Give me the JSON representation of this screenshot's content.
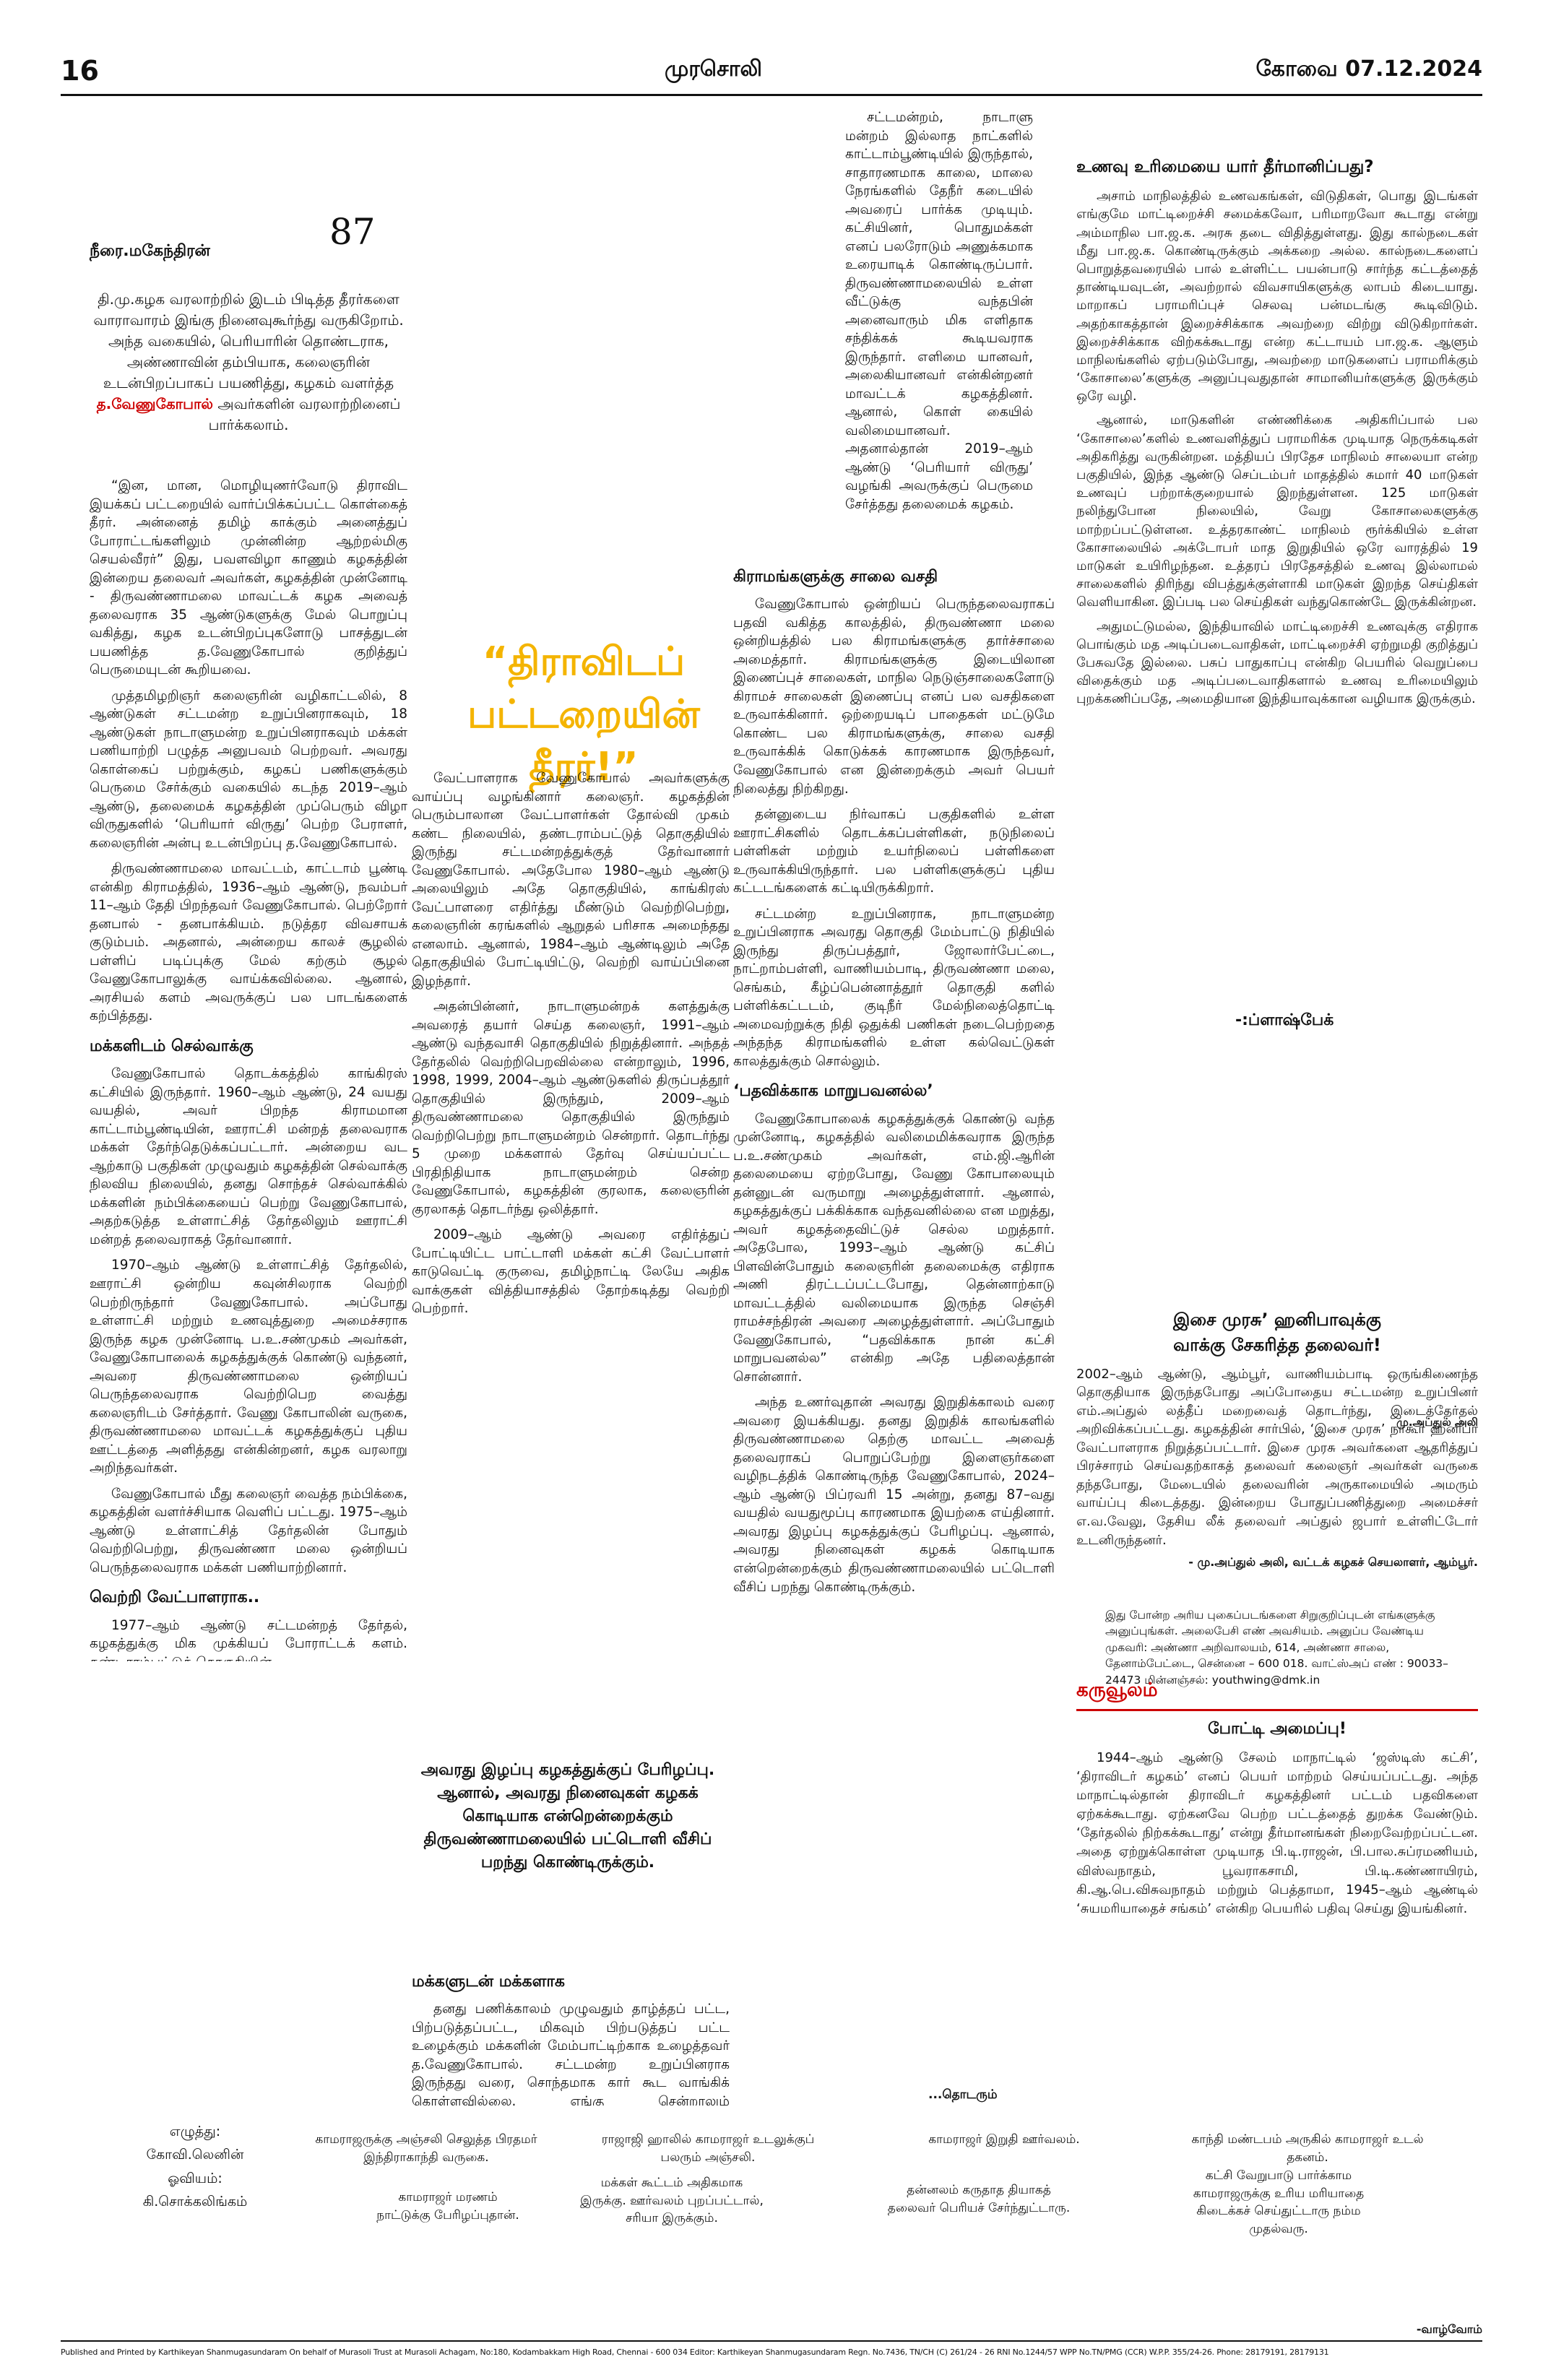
{
  "header": {
    "page_number": "16",
    "paper_name": "முரசொலி",
    "edition_date": "கோவை 07.12.2024"
  },
  "feature": {
    "serial": "87",
    "author": "நீரை.மகேந்திரன்",
    "intro_before": "தி.மு.கழக வரலாற்றில் இடம் பிடித்த தீரர்களை வாராவாரம் இங்கு நினைவுகூர்ந்து வருகிறோம். அந்த வகையில், பெரியாரின் தொண்டராக, அண்ணாவின் தம்பியாக, கலைஞரின் உடன்பிறப்பாகப் பயணித்து, கழகம் வளர்த்த",
    "intro_name": "த.வேணுகோபால்",
    "intro_after": "அவர்களின் வரலாற்றினைப் பார்க்கலாம்.",
    "headline_line1": "“திராவிடப் பட்டறையின்",
    "headline_line2": "தீரர்!”",
    "pull_quote": "அவரது இழப்பு கழகத்துக்குப் பேரிழப்பு. ஆனால், அவரது நினைவுகள் கழகக் கொடியாக என்றென்றைக்கும் திருவண்ணாமலையில் பட்டொளி வீசிப் பறந்து கொண்டிருக்கும்.",
    "col1": [
      "“இன, மான, மொழியுணர்வோடு திராவிட இயக்கப் பட்டறையில் வார்ப்பிக்கப்பட்ட கொள்கைத் தீரர். அன்னைத் தமிழ் காக்கும் அனைத்துப் போராட்டங்களிலும் முன்னின்ற ஆற்றல்மிகு செயல்வீரர்” இது, பவளவிழா காணும் கழகத்தின் இன்றைய தலைவர் அவர்கள், கழகத்தின் முன்னோடி - திருவண்ணாமலை மாவட்டக் கழக அவைத் தலைவராக 35 ஆண்டுகளுக்கு மேல் பொறுப்பு வகித்து, கழக உடன்பிறப்புகளோடு பாசத்துடன் பயணித்த த.வேணுகோபால் குறித்துப் பெருமையுடன் கூறியவை.",
      "முத்தமிழறிஞர் கலைஞரின் வழிகாட்டலில், 8 ஆண்டுகள் சட்டமன்ற உறுப்பினராகவும், 18 ஆண்டுகள் நாடாளுமன்ற உறுப்பினராகவும் மக்கள் பணியாற்றி பழுத்த அனுபவம் பெற்றவர். அவரது கொள்கைப் பற்றுக்கும், கழகப் பணிகளுக்கும் பெருமை சேர்க்கும் வகையில் கடந்த 2019–ஆம் ஆண்டு, தலைமைக் கழகத்தின் முப்பெரும் விழா விருதுகளில் ‘பெரியார் விருது’ பெற்ற பேராளர், கலைஞரின் அன்பு உடன்பிறப்பு த.வேணுகோபால்.",
      "திருவண்ணாமலை மாவட்டம், காட்டாம் பூண்டி என்கிற கிராமத்தில், 1936–ஆம் ஆண்டு, நவம்பர் 11–ஆம் தேதி பிறந்தவர் வேணுகோபால். பெற்றோர் தனபால் - தனபாக்கியம். நடுத்தர விவசாயக் குடும்பம். அதனால், அன்றைய காலச் சூழலில் பள்ளிப் படிப்புக்கு மேல் கற்கும் சூழல் வேணுகோபாலுக்கு வாய்க்கவில்லை. ஆனால், அரசியல் களம் அவருக்குப் பல பாடங்களைக் கற்பித்தது."
    ],
    "col1_sub1": "மக்களிடம் செல்வாக்கு",
    "col1b": [
      "வேணுகோபால் தொடக்கத்தில் காங்கிரஸ் கட்சியில் இருந்தார். 1960–ஆம் ஆண்டு, 24 வயது வயதில், அவர் பிறந்த கிராமமான காட்டாம்பூண்டியின், ஊராட்சி மன்றத் தலைவராக மக்கள் தேர்ந்தெடுக்கப்பட்டார். அன்றைய வட ஆற்காடு பகுதிகள் முழுவதும் கழகத்தின் செல்வாக்கு நிலவிய நிலையில், தனது சொந்தச் செல்வாக்கில் மக்களின் நம்பிக்கையைப் பெற்று வேணுகோபால், அதற்கடுத்த உள்ளாட்சித் தேர்தலிலும் ஊராட்சி மன்றத் தலைவராகத் தேர்வானார்.",
      "1970–ஆம் ஆண்டு உள்ளாட்சித் தேர்தலில், ஊராட்சி ஒன்றிய கவுன்சிலராக வெற்றி பெற்றிருந்தார் வேணுகோபால். அப்போது உள்ளாட்சி மற்றும் உணவுத்துறை அமைச்சராக இருந்த கழக முன்னோடி ப.உ.சண்முகம் அவர்கள், வேணுகோபாலைக் கழகத்துக்குக் கொண்டு வந்தனர், அவரை திருவண்ணாமலை ஒன்றியப் பெருந்தலைவராக வெற்றிபெற வைத்து கலைஞரிடம் சேர்த்தார். வேணு கோபாலின் வருகை, திருவண்ணாமலை மாவட்டக் கழகத்துக்குப் புதிய ஊட்டத்தை அளித்தது என்கின்றனர், கழக வரலாறு அறிந்தவர்கள்.",
      "வேணுகோபால் மீது கலைஞர் வைத்த நம்பிக்கை, கழகத்தின் வளர்ச்சியாக வெளிப் பட்டது. 1975–ஆம் ஆண்டு உள்ளாட்சித் தேர்தலின் போதும் வெற்றிபெற்று, திருவண்ணா மலை ஒன்றியப் பெருந்தலைவராக மக்கள் பணியாற்றினார்."
    ],
    "col1_sub2": "வெற்றி வேட்பாளராக..",
    "col1c": [
      "1977–ஆம் ஆண்டு சட்டமன்றத் தேர்தல், கழகத்துக்கு மிக முக்கியப் போராட்டக் களம். தண்டராம்பட்டுத் தொகுதியின்"
    ],
    "col2": [
      "வேட்பாளராக வேணுகோபால் அவர்களுக்கு வாய்ப்பு வழங்கினார் கலைஞர். கழகத்தின் பெரும்பாலான வேட்பாளர்கள் தோல்வி முகம் கண்ட நிலையில், தண்டராம்பட்டுத் தொகுதியில் இருந்து சட்டமன்றத்துக்குத் தேர்வானார் வேணுகோபால். அதேபோல 1980–ஆம் ஆண்டு அலையிலும் அதே தொகுதியில், காங்கிரஸ் வேட்பாளரை எதிர்த்து மீண்டும் வெற்றிபெற்று, கலைஞரின் கரங்களில் ஆறுதல் பரிசாக அமைந்தது எனலாம். ஆனால், 1984–ஆம் ஆண்டிலும் அதே தொகுதியில் போட்டியிட்டு, வெற்றி வாய்ப்பினை இழந்தார்.",
      "அதன்பின்னர், நாடாளுமன்றக் களத்துக்கு அவரைத் தயார் செய்த கலைஞர், 1991–ஆம் ஆண்டு வந்தவாசி தொகுதியில் நிறுத்தினார். அந்தத் தேர்தலில் வெற்றிபெறவில்லை என்றாலும், 1996, 1998, 1999, 2004–ஆம் ஆண்டுகளில் திருப்பத்தூர் தொகுதியில் இருந்தும், 2009–ஆம் திருவண்ணாமலை தொகுதியில் இருந்தும் வெற்றிபெற்று நாடாளுமன்றம் சென்றார். தொடர்ந்து 5 முறை மக்களால் தேர்வு செய்யப்பட்ட பிரதிநிதியாக நாடாளுமன்றம் சென்ற வேணுகோபால், கழகத்தின் குரலாக, கலைஞரின் குரலாகத் தொடர்ந்து ஒலித்தார்.",
      "2009–ஆம் ஆண்டு அவரை எதிர்த்துப் போட்டியிட்ட பாட்டாளி மக்கள் கட்சி வேட்பாளர் காடுவெட்டி குருவை, தமிழ்நாட்டி லேயே அதிக வாக்குகள் வித்தியாசத்தில் தோற்கடித்து வெற்றி பெற்றார்."
    ],
    "col2_sub": "மக்களுடன் மக்களாக",
    "col2b": [
      "தனது பணிக்காலம் முழுவதும் தாழ்த்தப் பட்ட, பிற்படுத்தப்பட்ட, மிகவும் பிற்படுத்தப் பட்ட உழைக்கும் மக்களின் மேம்பாட்டிற்காக உழைத்தவர் த.வேணுகோபால். சட்டமன்ற உறுப்பினராக இருந்தது வரை, சொந்தமாக கார் கூட வாங்கிக் கொள்ளவில்லை. எங்கு சென்றாலும் பொதுப்பேருந்துப் பயணம்தான். தனது சொந்த ஊரான காட்டாம்பூண்டியில் இருந்து தினமும் பேருந்தில்தான் திருவண்ணா மலைக்கு வந்து செல்வார்."
    ],
    "col3a": [
      "சட்டமன்றம், நாடாளு மன்றம் இல்லாத நாட்களில் காட்டாம்பூண்டியில் இருந்தால், சாதாரணமாக காலை, மாலை நேரங்களில் தேநீர் கடையில் அவரைப் பார்க்க முடியும். கட்சியினர், பொதுமக்கள் எனப் பலரோடும் அணுக்கமாக உரையாடிக் கொண்டிருப்பார். திருவண்ணாமலையில் உள்ள வீட்டுக்கு வந்தபின் அனைவாரும் மிக எளிதாக சந்திக்கக் கூடியவராக இருந்தார். எளிமை யானவர், அலைகியானவர் என்கின்றனர் மாவட்டக் கழகத்தினர். ஆனால், கொள் கையில் வலிமையானவர். அதனால்தான் 2019–ஆம் ஆண்டு ‘பெரியார் விருது’ வழங்கி அவருக்குப் பெருமை சேர்த்தது தலைமைக் கழகம்."
    ],
    "col3_sub1": "கிராமங்களுக்கு சாலை வசதி",
    "col3b": [
      "வேணுகோபால் ஒன்றியப் பெருந்தலைவராகப் பதவி வகித்த காலத்தில், திருவண்ணா மலை ஒன்றியத்தில் பல கிராமங்களுக்கு தார்ச்சாலை அமைத்தார். கிராமங்களுக்கு இடையிலான இணைப்புச் சாலைகள், மாநில நெடுஞ்சாலைகளோடு கிராமச் சாலைகள் இணைப்பு எனப் பல வசதிகளை உருவாக்கினார். ஒற்றையடிப் பாதைகள் மட்டுமே கொண்ட பல கிராமங்களுக்கு, சாலை வசதி உருவாக்கிக் கொடுக்கக் காரணமாக இருந்தவர், வேணுகோபால் என இன்றைக்கும் அவர் பெயர் நிலைத்து நிற்கிறது.",
      "தன்னுடைய நிர்வாகப் பகுதிகளில் உள்ள ஊராட்சிகளில் தொடக்கப்பள்ளிகள், நடுநிலைப் பள்ளிகள் மற்றும் உயர்நிலைப் பள்ளிகளை உருவாக்கியிருந்தார். பல பள்ளிகளுக்குப் புதிய கட்டடங்களைக் கட்டியிருக்கிறார்.",
      "சட்டமன்ற உறுப்பினராக, நாடாளுமன்ற உறுப்பினராக அவரது தொகுதி மேம்பாட்டு நிதியில் இருந்து திருப்பத்தூர், ஜோலார்பேட்டை, நாட்றாம்பள்ளி, வாணியம்பாடி, திருவண்ணா மலை, செங்கம், கீழ்ப்பென்னாத்தூர் தொகுதி களில் பள்ளிக்கட்டடம், குடிநீர் மேல்நிலைத்தொட்டி அமைவற்றுக்கு நிதி ஒதுக்கி பணிகள் நடைபெற்றதை அந்தந்த கிராமங்களில் உள்ள கல்வெட்டுகள் காலத்துக்கும் சொல்லும்."
    ],
    "col3_sub2": "‘பதவிக்காக மாறுபவனல்ல’",
    "col3c": [
      "வேணுகோபாலைக் கழகத்துக்குக் கொண்டு வந்த முன்னோடி, கழகத்தில் வலிமைமிக்கவராக இருந்த ப.உ.சண்முகம் அவர்கள், எம்.ஜி.ஆரின் தலைமையை ஏற்றபோது, வேணு கோபாலையும் தன்னுடன் வருமாறு அழைத்துள்ளார். ஆனால், கழகத்துக்குப் பக்கிக்காக வந்தவனில்லை என மறுத்து, அவர் கழகத்தைவிட்டுச் செல்ல மறுத்தார். அதேபோல, 1993–ஆம் ஆண்டு கட்சிப் பிளவின்போதும் கலைஞரின் தலைமைக்கு எதிராக அணி திரட்டப்பட்டபோது, தென்னாற்காடு மாவட்டத்தில் வலிமையாக இருந்த செஞ்சி ராமச்சந்திரன் அவரை அழைத்துள்ளார். அப்போதும் வேணுகோபால், “பதவிக்காக நான் கட்சி மாறுபவனல்ல” என்கிற அதே பதிலைத்தான் சொன்னார்.",
      "அந்த உணர்வுதான் அவரது இறுதிக்காலம் வரை அவரை இயக்கியது. தனது இறுதிக் காலங்களில் திருவண்ணாமலை தெற்கு மாவட்ட அவைத் தலைவராகப் பொறுப்பேற்று இளைஞர்களை வழிநடத்திக் கொண்டிருந்த வேணுகோபால், 2024–ஆம் ஆண்டு பிப்ரவரி 15 அன்று, தனது 87–வது வயதில் வயதுமூப்பு காரணமாக இயற்கை எய்தினார். அவரது இழப்பு கழகத்துக்குப் பேரிழப்பு. ஆனால், அவரது நினைவுகள் கழகக் கொடியாக என்றென்றைக்கும் திருவண்ணாமலையில் பட்டொளி வீசிப் பறந்து கொண்டிருக்கும்."
    ],
    "continued": "...தொடரும்"
  },
  "food_box": {
    "title": "உணவு உரிமையை யார் தீர்மானிப்பது?",
    "paras": [
      "அசாம் மாநிலத்தில் உணவகங்கள், விடுதிகள், பொது இடங்கள் எங்குமே மாட்டிறைச்சி சமைக்கவோ, பரிமாறவோ கூடாது என்று அம்மாநில பா.ஜ.க. அரசு தடை விதித்துள்ளது. இது கால்நடைகள் மீது பா.ஜ.க. கொண்டிருக்கும் அக்கறை அல்ல. கால்நடைகளைப் பொறுத்தவரையில் பால் உள்ளிட்ட பயன்பாடு சார்ந்த கட்டத்தைத் தாண்டியவுடன், அவற்றால் விவசாயிகளுக்கு லாபம் கிடையாது. மாறாகப் பராமரிப்புச் செலவு பன்மடங்கு கூடிவிடும். அதற்காகத்தான் இறைச்சிக்காக அவற்றை விற்று விடுகிறார்கள். இறைச்சிக்காக விற்கக்கூடாது என்ற கட்டாயம் பா.ஜ.க. ஆளும் மாநிலங்களில் ஏற்படும்போது, அவற்றை மாடுகளைப் பராமரிக்கும் ‘கோசாலை’களுக்கு அனுப்புவதுதான் சாமானியர்களுக்கு இருக்கும் ஒரே வழி.",
      "ஆனால், மாடுகளின் எண்ணிக்கை அதிகரிப்பால் பல ‘கோசாலை’களில் உணவளித்துப் பராமரிக்க முடியாத நெருக்கடிகள் அதிகரித்து வருகின்றன. மத்தியப் பிரதேச மாநிலம் சாலையா என்ற பகுதியில், இந்த ஆண்டு செப்டம்பர் மாதத்தில் சுமார் 40 மாடுகள் உணவுப் பற்றாக்குறையால் இறந்துள்ளன. 125 மாடுகள் நலிந்துபோன நிலையில், வேறு கோசாலைகளுக்கு மாற்றப்பட்டுள்ளன. உத்தரகாண்ட் மாநிலம் ரூர்க்கியில் உள்ள கோசாலையில் அக்டோபர் மாத இறுதியில் ஒரே வாரத்தில் 19 மாடுகள் உயிரிழந்தன. உத்தரப் பிரதேசத்தில் உணவு இல்லாமல் சாலைகளில் திரிந்து விபத்துக்குள்ளாகி மாடுகள் இறந்த செய்திகள் வெளியாகின. இப்படி பல செய்திகள் வந்துகொண்டே இருக்கின்றன.",
      "அதுமட்டுமல்ல, இந்தியாவில் மாட்டிறைச்சி உணவுக்கு எதிராக பொங்கும் மத அடிப்படைவாதிகள், மாட்டிறைச்சி ஏற்றுமதி குறித்துப் பேசுவதே இல்லை. பசுப் பாதுகாப்பு என்கிற பெயரில் வெறுப்பை விதைக்கும் மத அடிப்படைவாதிகளால் உணவு உரிமையிலும் புறக்கணிப்பதே, அமைதியான இந்தியாவுக்கான வழியாக இருக்கும்."
    ],
    "signature": "-:ப்ளாஷ்பேக்"
  },
  "vote_box": {
    "title_line1": "இசை முரசு’ ஹனிபாவுக்கு",
    "title_line2": "வாக்கு சேகரித்த தலைவர்!",
    "photo_label": "மு.அப்துல் அலி",
    "text": "2002–ஆம் ஆண்டு, ஆம்பூர், வாணியம்பாடி ஒருங்கிணைந்த தொகுதியாக இருந்தபோது அப்போதைய சட்டமன்ற உறுப்பினர் எம்.அப்துல் லத்தீப் மறைவைத் தொடர்ந்து, இடைத்தேர்தல் அறிவிக்கப்பட்டது. கழகத்தின் சார்பில், ‘இசை முரசு’ நாகூர் ஹனிபா வேட்பாளராக நிறுத்தப்பட்டார். இசை முரசு அவர்களை ஆதரித்துப் பிரச்சாரம் செய்வதற்காகத் தலைவர் கலைஞர் அவர்கள் வருகை தந்தபோது, மேடையில் தலைவரின் அருகாமையில் அமரும் வாய்ப்பு கிடைத்தது. இன்றைய போதுப்பணித்துறை அமைச்சர் எ.வ.வேலு, தேசிய லீக் தலைவர் அப்துல் ஜபார் உள்ளிட்டோர் உடனிருந்தனர்.",
    "signature": "- மு.அப்துல் அலி, வட்டக் கழகச் செயலாளர், ஆம்பூர்.",
    "note": "இது போன்ற அரிய புகைப்படங்களை சிறுகுறிப்புடன் எங்களுக்கு அனுப்புங்கள். அலைபேசி எண் அவசியம். அனுப்ப வேண்டிய முகவரி: அண்ணா அறிவாலயம், 614, அண்ணா சாலை, தேனாம்பேட்டை, சென்னை – 600 018. வாட்ஸ்அப் எண் : 90033–24473 மின்னஞ்சல்: youthwing@dmk.in"
  },
  "archive": {
    "heading": "கருவூலம்",
    "subheading": "போட்டி அமைப்பு!",
    "text": "1944–ஆம் ஆண்டு சேலம் மாநாட்டில் ‘ஜஸ்டிஸ் கட்சி’, ‘திராவிடர் கழகம்’ எனப் பெயர் மாற்றம் செய்யப்பட்டது. அந்த மாநாட்டில்தான் திராவிடர் கழகத்தினர் பட்டம் பதவிகளை ஏற்கக்கூடாது. ஏற்கனவே பெற்ற பட்டத்தைத் துறக்க வேண்டும். ‘தேர்தலில் நிற்கக்கூடாது’ என்று தீர்மானங்கள் நிறைவேற்றப்பட்டன. அதை ஏற்றுக்கொள்ள முடியாத பி.டி.ராஜன், பி.பால.சுப்ரமணியம், விஸ்வநாதம், பூவராகசாமி, பி.டி.கண்ணாயிரம், கி.ஆ.பெ.விசுவநாதம் மற்றும் பெத்தாமா, 1945–ஆம் ஆண்டில் ‘சுயமரியாதைச் சங்கம்’ என்கிற பெயரில் பதிவு செய்து இயங்கினர்."
  },
  "captions": [
    {
      "id": "c1",
      "text": "காமராஜருக்கு அஞ்சலி செலுத்த பிரதமர் இந்திராகாந்தி வருகை."
    },
    {
      "id": "c2",
      "text": "ராஜாஜி ஹாலில் காமராஜர் உடலுக்குப் பலரும் அஞ்சலி."
    },
    {
      "id": "c3",
      "text": "காமராஜர் இறுதி ஊர்வலம்."
    },
    {
      "id": "c4",
      "text": "காந்தி மண்டபம் அருகில் காமராஜர் உடல் தகனம்."
    },
    {
      "id": "c5",
      "text": "காமராஜர் மரணம் நாட்டுக்கு பேரிழப்புதான்."
    },
    {
      "id": "c6",
      "text": "மக்கள் கூட்டம் அதிகமாக இருக்கு. ஊர்வலம் புறப்பட்டால், சரியா இருக்கும்."
    },
    {
      "id": "c7",
      "text": "தன்னலம் கருதாத தியாகத் தலைவர் பெரியச் சேர்ந்துட்டாரு."
    },
    {
      "id": "c8",
      "text": "கட்சி வேறுபாடு பார்க்காம காமராஜருக்கு உரிய மரியாதை கிடைக்கச் செய்துட்டாரு நம்ம முதல்வரு."
    }
  ],
  "credits": {
    "writer_label": "எழுத்து:",
    "writer": "கோவி.லெனின்",
    "artist_label": "ஓவியம்:",
    "artist": "கி.சொக்கலிங்கம்"
  },
  "strip_end": "-வாழ்வோம்",
  "footer": "Published and Printed by Karthikeyan Shanmugasundaram On behalf of Murasoli Trust at Murasoli Achagam, No:180, Kodambakkam High Road, Chennai - 600 034 Editor: Karthikeyan Shanmugasundaram Regn. No.7436, TN/CH (C) 261/24 - 26 RNI No.1244/57 WPP No.TN/PMG (CCR) W.P.P. 355/24-26. Phone: 28179191, 28179131"
}
